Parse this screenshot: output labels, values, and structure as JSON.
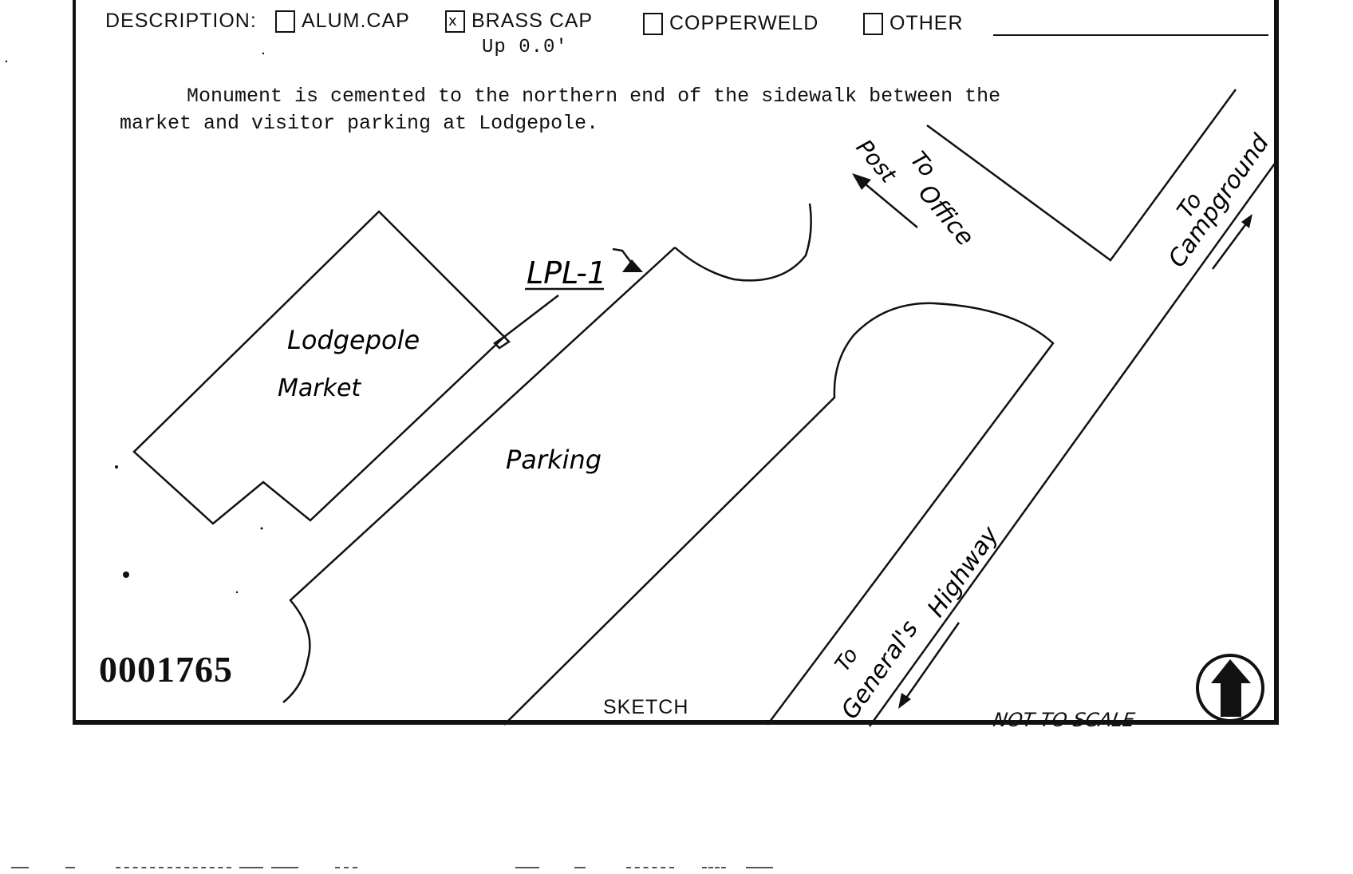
{
  "description": {
    "label": "DESCRIPTION:",
    "options": [
      {
        "label": "ALUM.CAP",
        "checked": false
      },
      {
        "label": "BRASS CAP",
        "checked": true
      },
      {
        "label": "COPPERWELD",
        "checked": false
      },
      {
        "label": "OTHER",
        "checked": false
      }
    ],
    "elevation_note": "Up 0.0'"
  },
  "paragraph": {
    "line1": "Monument is cemented to the northern end of the sidewalk between the",
    "line2": "market and visitor parking at Lodgepole."
  },
  "sketch": {
    "building_label_1": "Lodgepole",
    "building_label_2": "Market",
    "parking_label": "Parking",
    "monument_label": "LPL-1",
    "post_office_1": "To",
    "post_office_2": "Post",
    "post_office_3": "Office",
    "campground_1": "To",
    "campground_2": "Campground",
    "highway_1": "To",
    "highway_2": "General's",
    "highway_3": "Highway",
    "sketch_label": "SKETCH",
    "scale_note": "NOT TO SCALE",
    "north_icon": "north-arrow-icon"
  },
  "stamp_number": "0001765"
}
